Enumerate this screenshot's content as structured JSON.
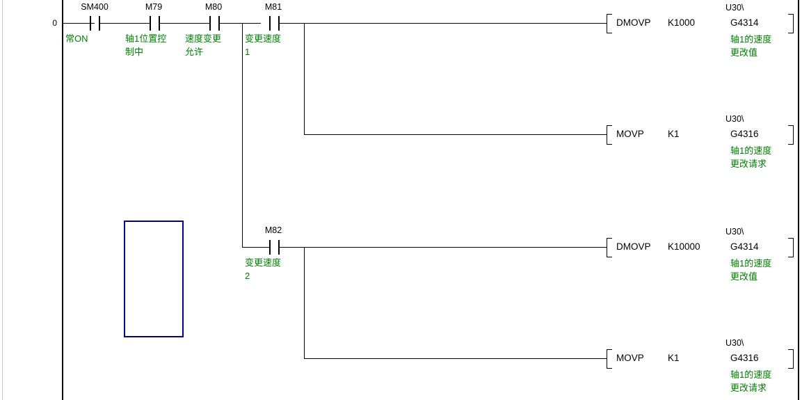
{
  "editor": {
    "step_number": "0",
    "colors": {
      "wire": "#000000",
      "comment": "#008000",
      "device": "#000000",
      "cursor": "#00008b",
      "background": "#ffffff",
      "panel_edge": "#c8c8c8"
    }
  },
  "contacts": [
    {
      "device": "SM400",
      "comment": "常ON",
      "type": "no-contact"
    },
    {
      "device": "M79",
      "comment": "轴1位置控\n制中",
      "type": "no-contact"
    },
    {
      "device": "M80",
      "comment": "速度变更\n允许",
      "type": "no-contact"
    },
    {
      "device": "M81",
      "comment": "变更速度\n1",
      "type": "no-contact"
    },
    {
      "device": "M82",
      "comment": "变更速度\n2",
      "type": "no-contact"
    }
  ],
  "instructions": [
    {
      "opcode": "DMOVP",
      "arg1": "K1000",
      "unit_prefix": "U30\\",
      "arg2": "G4314",
      "comment": "轴1的速度\n更改值"
    },
    {
      "opcode": "MOVP",
      "arg1": "K1",
      "unit_prefix": "U30\\",
      "arg2": "G4316",
      "comment": "轴1的速度\n更改请求"
    },
    {
      "opcode": "DMOVP",
      "arg1": "K10000",
      "unit_prefix": "U30\\",
      "arg2": "G4314",
      "comment": "轴1的速度\n更改值"
    },
    {
      "opcode": "MOVP",
      "arg1": "K1",
      "unit_prefix": "U30\\",
      "arg2": "G4316",
      "comment": "轴1的速度\n更改请求"
    }
  ]
}
